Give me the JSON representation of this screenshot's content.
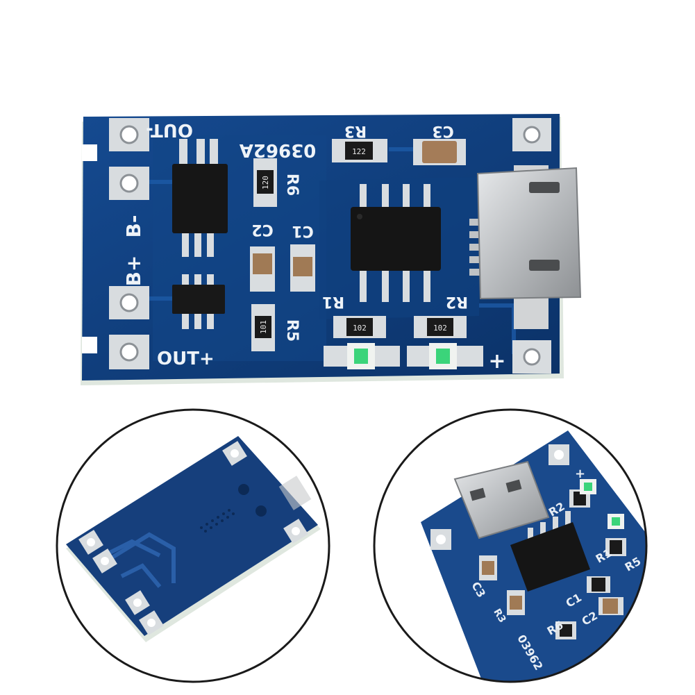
{
  "main_board": {
    "silkscreen": {
      "out_minus": "OUT-",
      "out_plus": "OUT+",
      "b_minus": "B-",
      "b_plus": "B+",
      "board_code": "03962A",
      "r1": "R1",
      "r2": "R2",
      "r3": "R3",
      "r5": "R5",
      "r6": "R6",
      "c1": "C1",
      "c2": "C2",
      "c3": "C3",
      "plus": "+"
    },
    "resistor_codes": {
      "r1": "102",
      "r2": "102",
      "r3": "122",
      "r5": "101",
      "r6": "120"
    },
    "colors": {
      "pcb": "#0f3d7a",
      "pcb_edge": "#e3ece4",
      "pad": "#d9dde0",
      "chip": "#141414",
      "usb": "#c8cacc",
      "led": "#3bd47a"
    }
  },
  "inset_back": {
    "silkscreen": {}
  },
  "inset_front": {
    "silkscreen": {
      "plus": "+",
      "r2": "R2",
      "r1": "R1",
      "r5": "R5",
      "c3": "C3",
      "c1": "C1",
      "r3": "R3",
      "r6": "R6",
      "c2": "C2",
      "board_code": "03962"
    }
  }
}
